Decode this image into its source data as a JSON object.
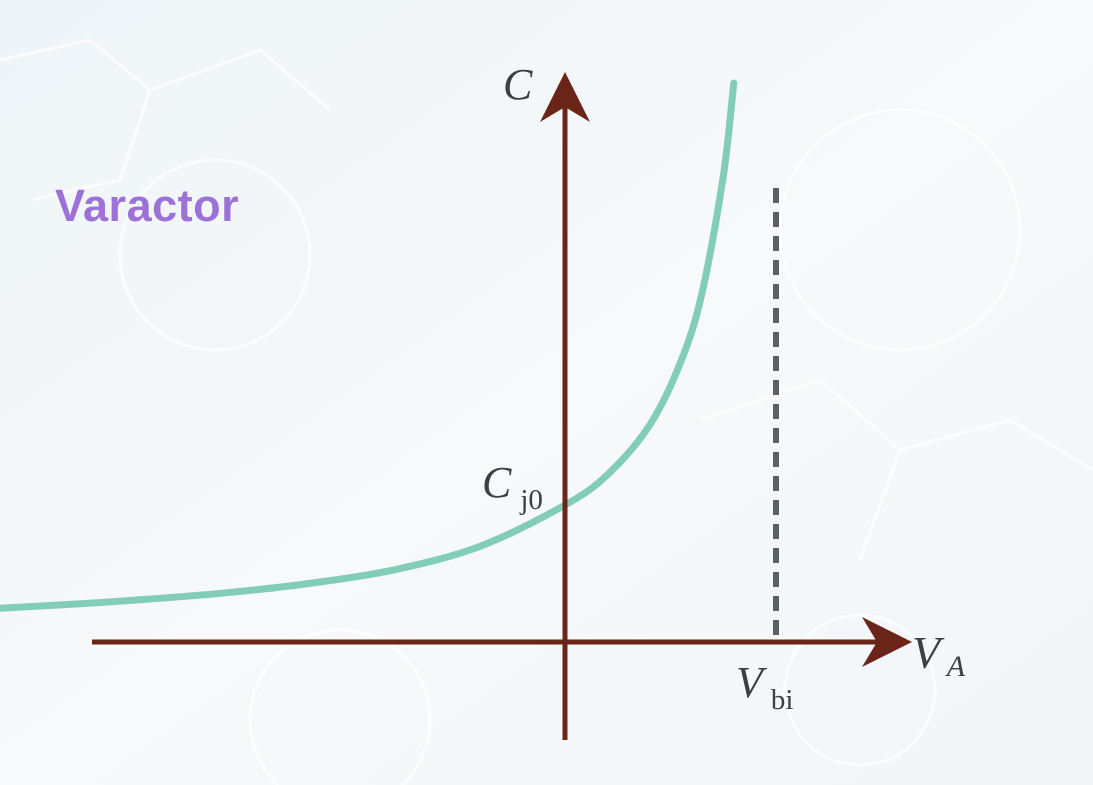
{
  "slide": {
    "title": "Varactor",
    "title_color": "#9c72d8"
  },
  "chart_data": {
    "type": "line",
    "title": "",
    "description_of_curve": "",
    "x_axis": {
      "label": {
        "main": "V",
        "sub": "A"
      },
      "tick_labels": [
        {
          "main": "V",
          "sub": "bi"
        }
      ]
    },
    "y_axis": {
      "label": {
        "main": "C",
        "sub": ""
      },
      "tick_labels": [
        {
          "main": "C",
          "sub": "j0"
        }
      ]
    },
    "series": [
      {
        "color": "#82cdb8",
        "x": [
          -3.0,
          -2.4,
          -2.0,
          -1.6,
          -1.2,
          -0.8,
          -0.4,
          0.0,
          0.2,
          0.4,
          0.55,
          0.65,
          0.75,
          0.8
        ],
        "y": [
          0.22,
          0.27,
          0.31,
          0.36,
          0.43,
          0.53,
          0.7,
          1.0,
          1.22,
          1.58,
          2.05,
          2.55,
          3.4,
          4.08
        ]
      }
    ],
    "vertical_asymptote": {
      "x": 1.0,
      "style": "dashed",
      "color": "#5b5f66"
    },
    "xlim": [
      -3.0,
      1.2
    ],
    "ylim": [
      0.0,
      5.5
    ],
    "axis_color": "#6b2418",
    "grid": false,
    "legend": "none"
  }
}
